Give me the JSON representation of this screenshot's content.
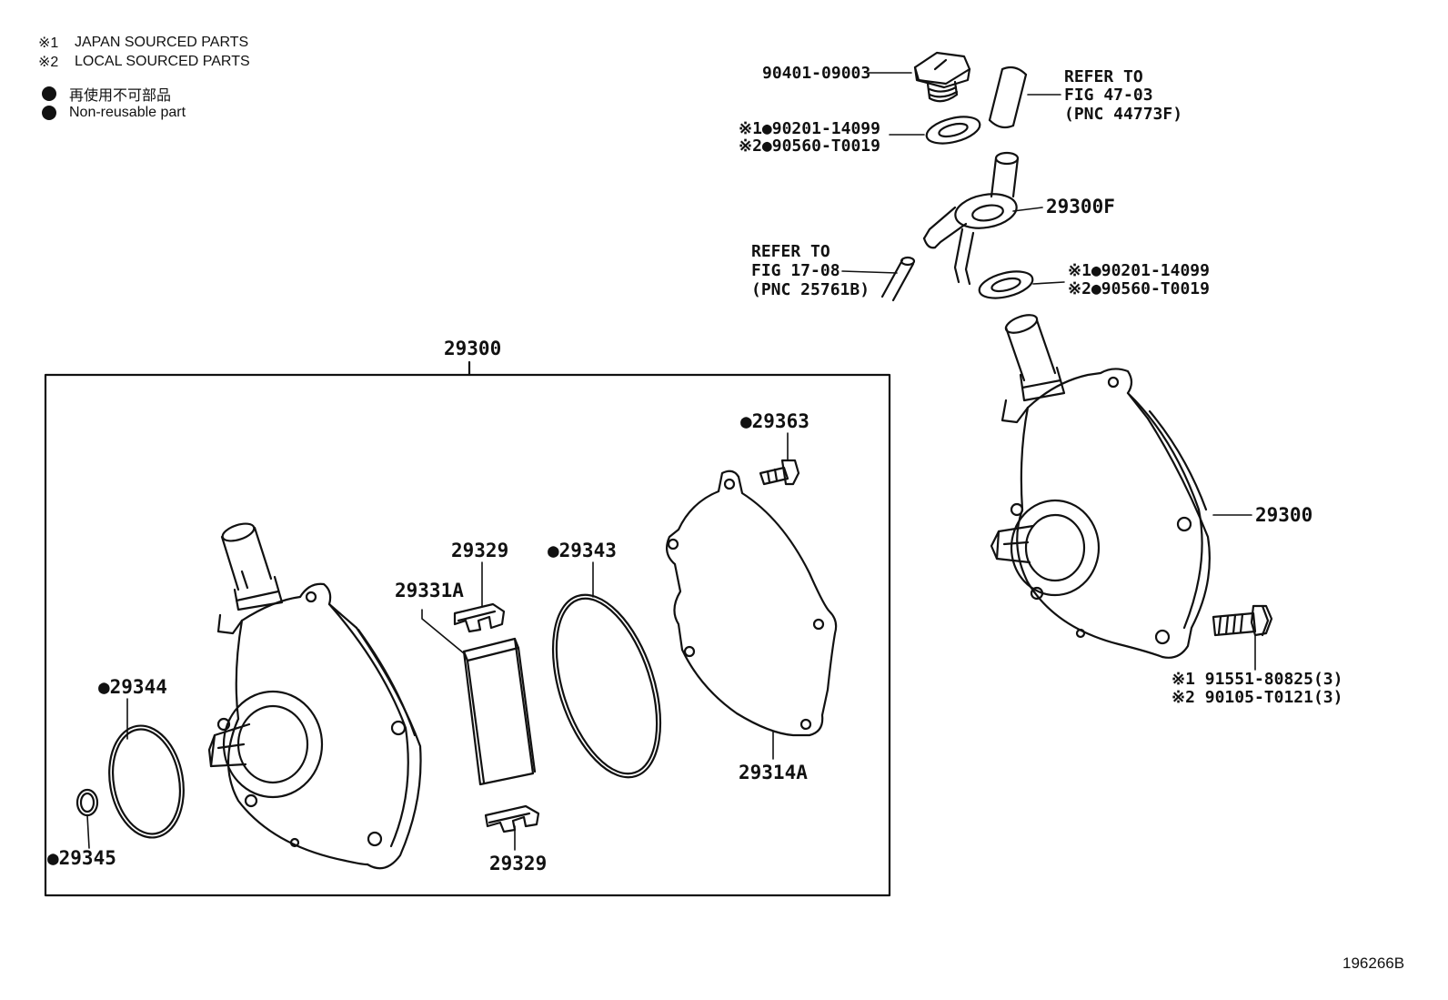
{
  "legend": {
    "japan_mark": "※1",
    "japan_text": "JAPAN SOURCED PARTS",
    "local_mark": "※2",
    "local_text": "LOCAL SOURCED PARTS",
    "nonreusable_jp": "再使用不可部品",
    "nonreusable_en": "Non-reusable part"
  },
  "parts": {
    "plug": "90401-09003",
    "gasket_top_1": "※1●90201-14099",
    "gasket_top_2": "※2●90560-T0019",
    "refer_top_1": "REFER TO",
    "refer_top_2": "FIG 47-03",
    "refer_top_3": "(PNC 44773F)",
    "union": "29300F",
    "refer_left_1": "REFER TO",
    "refer_left_2": "FIG 17-08",
    "refer_left_3": "(PNC 25761B)",
    "gasket_mid_1": "※1●90201-14099",
    "gasket_mid_2": "※2●90560-T0019",
    "pump_assy_box": "29300",
    "pump_assy_right": "29300",
    "bolt_1": "※1 91551-80825(3)",
    "bolt_2": "※2 90105-T0121(3)",
    "p29363": "●29363",
    "p29329_top": "29329",
    "p29343": "●29343",
    "p29331a": "29331A",
    "p29344": "●29344",
    "p29345": "●29345",
    "p29329_bot": "29329",
    "p29314a": "29314A"
  },
  "figure_code": "196266B"
}
